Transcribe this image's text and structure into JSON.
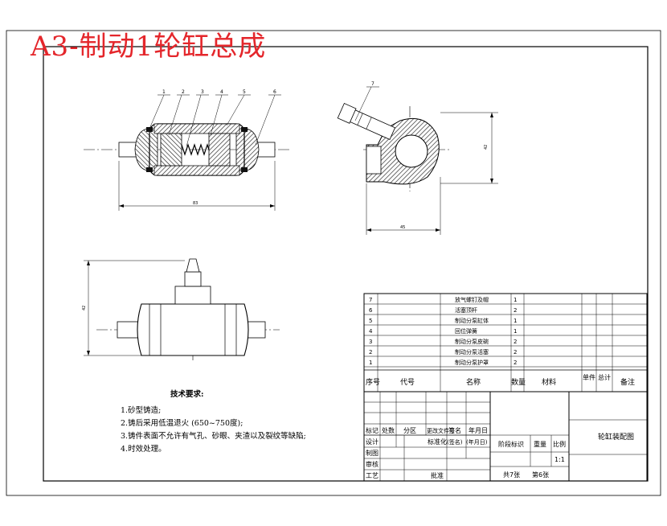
{
  "title": "A3-制动1轮缸总成",
  "colors": {
    "title": "#e4262b",
    "line": "#000000",
    "hatch": "#333333"
  },
  "balloons": [
    "1",
    "2",
    "3",
    "4",
    "5",
    "6",
    "7"
  ],
  "dims": {
    "length": "83",
    "height_side": "42",
    "width_side": "45",
    "height_bottom": "42"
  },
  "notes": {
    "title": "技术要求:",
    "items": [
      "1.砂型铸造;",
      "2.铸后采用低温退火 (650~750度);",
      "3.铸件表面不允许有气孔、砂眼、夹渣以及裂纹等缺陷;",
      "4.时效处理。"
    ]
  },
  "bom": {
    "rows": [
      {
        "no": "7",
        "name": "放气螺钉及帽",
        "qty": "1"
      },
      {
        "no": "6",
        "name": "活塞顶杆",
        "qty": "2"
      },
      {
        "no": "5",
        "name": "制动分泵缸体",
        "qty": "1"
      },
      {
        "no": "4",
        "name": "回位弹簧",
        "qty": "1"
      },
      {
        "no": "3",
        "name": "制动分泵皮碗",
        "qty": "2"
      },
      {
        "no": "2",
        "name": "制动分泵活塞",
        "qty": "2"
      },
      {
        "no": "1",
        "name": "制动分泵护罩",
        "qty": "2"
      }
    ],
    "header": {
      "no": "序号",
      "code": "代号",
      "name": "名称",
      "qty": "数量",
      "material": "材料",
      "unit_weight": "单件",
      "total": "总计",
      "remark": "备注"
    }
  },
  "titleblock": {
    "mark": "标记",
    "count": "处数",
    "zone": "分区",
    "change_doc": "更改文件号",
    "sign": "签名",
    "date": "年月日",
    "design": "设计",
    "std": "标准化",
    "sign2": "(签名)",
    "date2": "(年月日)",
    "stage": "阶段标识",
    "weight": "重量",
    "scale": "比例",
    "scale_val": "1:1",
    "draw": "制图",
    "review": "审核",
    "process": "工艺",
    "approve": "批准",
    "sheets_total": "共7张",
    "sheet_no": "第6张",
    "drawing_name": "轮缸装配图"
  }
}
